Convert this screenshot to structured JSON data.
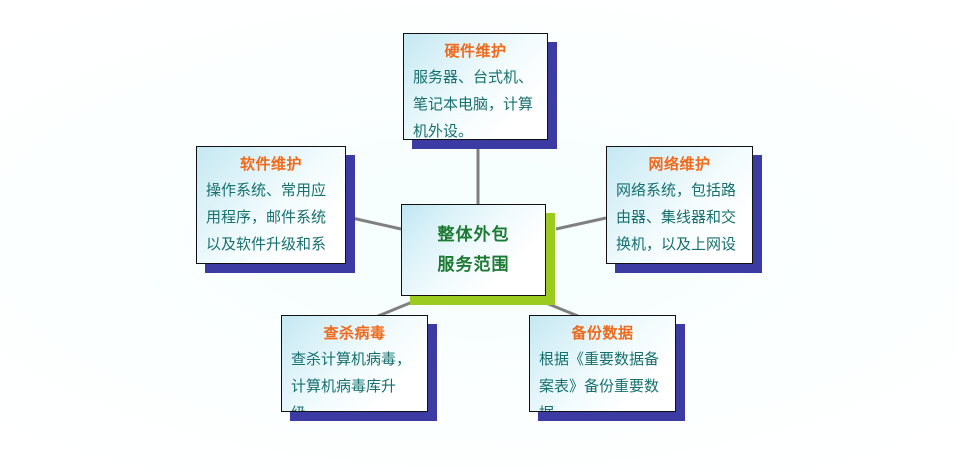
{
  "diagram": {
    "type": "hub-and-spoke",
    "background_color": "#ffffff",
    "center": {
      "id": "overall-outsourcing-scope",
      "line1": "整体外包",
      "line2": "服务范围",
      "text_color": "#1c7a33",
      "shadow_color": "#9ccb1f"
    },
    "shadow_color": "#3b3ba3",
    "title_color": "#ef6a1b",
    "body_color": "#16706e",
    "connector_color": "#808080",
    "nodes": [
      {
        "id": "hardware-maintenance",
        "title": "硬件维护",
        "body": "服务器、台式机、笔记本电脑，计算机外设。"
      },
      {
        "id": "software-maintenance",
        "title": "软件维护",
        "body": "操作系统、常用应用程序，邮件系统以及软件升级和系统重新安装。"
      },
      {
        "id": "network-maintenance",
        "title": "网络维护",
        "body": "网络系统，包括路由器、集线器和交换机，以及上网设置。"
      },
      {
        "id": "virus-scanning",
        "title": "查杀病毒",
        "body": "查杀计算机病毒，计算机病毒库升级。"
      },
      {
        "id": "data-backup",
        "title": "备份数据",
        "body": "根据《重要数据备案表》备份重要数据。"
      }
    ]
  }
}
